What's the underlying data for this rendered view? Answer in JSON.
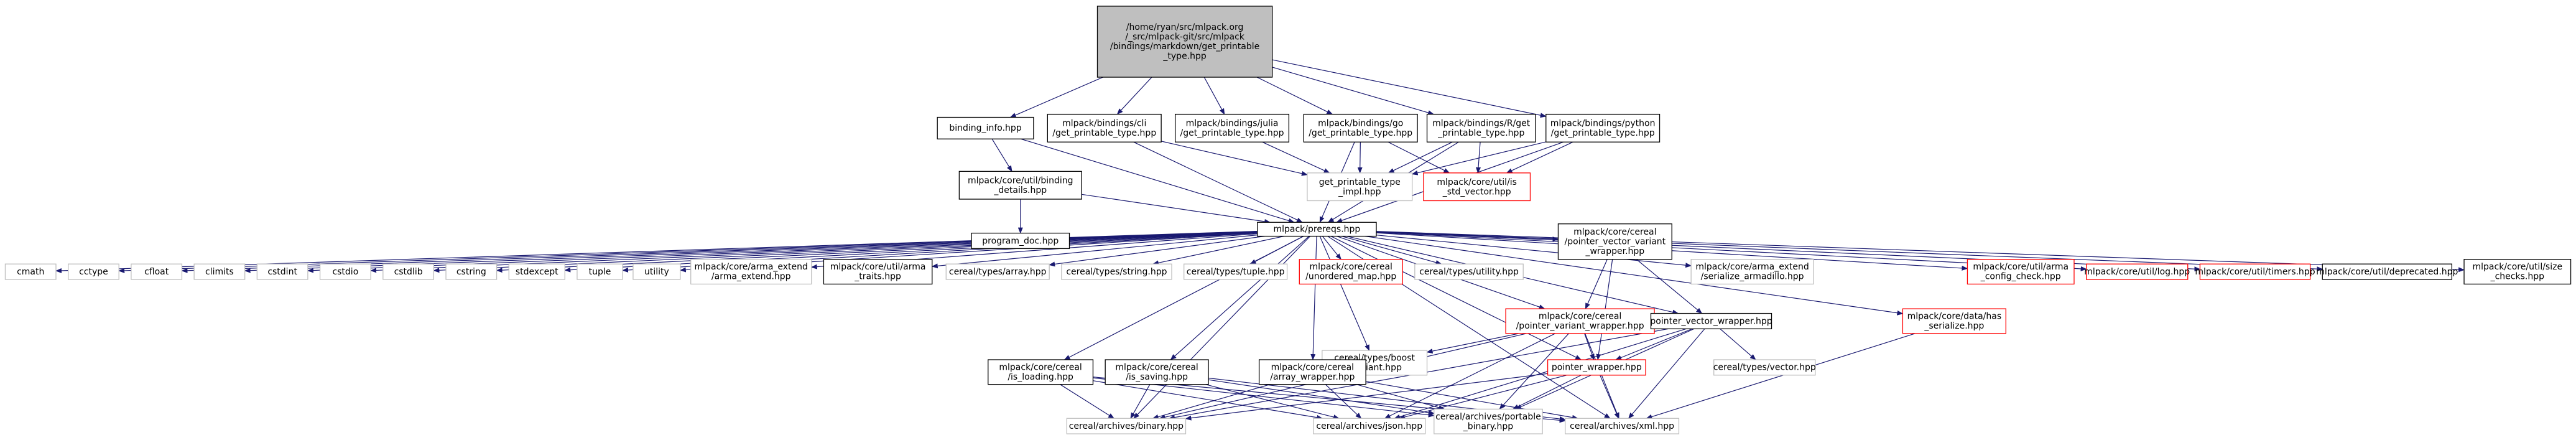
{
  "colors": {
    "edge": "#191970",
    "border_normal": "#000000",
    "border_incomplete": "#ff0000",
    "border_external": "#bfbfbf",
    "fill_normal": "#ffffff",
    "fill_root": "#bfbfbf"
  },
  "nodes": [
    {
      "id": "root",
      "lines": [
        "/home/ryan/src/mlpack.org",
        "/_src/mlpack-git/src/mlpack",
        "/bindings/markdown/get_printable",
        "_type.hpp"
      ],
      "style": "root"
    },
    {
      "id": "binding_info",
      "lines": [
        "binding_info.hpp"
      ],
      "style": "normal"
    },
    {
      "id": "cli_gpt",
      "lines": [
        "mlpack/bindings/cli",
        "/get_printable_type.hpp"
      ],
      "style": "normal"
    },
    {
      "id": "julia_gpt",
      "lines": [
        "mlpack/bindings/julia",
        "/get_printable_type.hpp"
      ],
      "style": "normal"
    },
    {
      "id": "go_gpt",
      "lines": [
        "mlpack/bindings/go",
        "/get_printable_type.hpp"
      ],
      "style": "normal"
    },
    {
      "id": "r_gpt",
      "lines": [
        "mlpack/bindings/R/get",
        "_printable_type.hpp"
      ],
      "style": "normal"
    },
    {
      "id": "python_gpt",
      "lines": [
        "mlpack/bindings/python",
        "/get_printable_type.hpp"
      ],
      "style": "normal"
    },
    {
      "id": "binding_details",
      "lines": [
        "mlpack/core/util/binding",
        "_details.hpp"
      ],
      "style": "normal"
    },
    {
      "id": "gpt_impl",
      "lines": [
        "get_printable_type",
        "_impl.hpp"
      ],
      "style": "external"
    },
    {
      "id": "is_std_vector",
      "lines": [
        "mlpack/core/util/is",
        "_std_vector.hpp"
      ],
      "style": "incomplete"
    },
    {
      "id": "program_doc",
      "lines": [
        "program_doc.hpp"
      ],
      "style": "normal"
    },
    {
      "id": "prereqs",
      "lines": [
        "mlpack/prereqs.hpp"
      ],
      "style": "normal"
    },
    {
      "id": "cmath",
      "lines": [
        "cmath"
      ],
      "style": "external"
    },
    {
      "id": "cctype",
      "lines": [
        "cctype"
      ],
      "style": "external"
    },
    {
      "id": "cfloat",
      "lines": [
        "cfloat"
      ],
      "style": "external"
    },
    {
      "id": "climits",
      "lines": [
        "climits"
      ],
      "style": "external"
    },
    {
      "id": "cstdint",
      "lines": [
        "cstdint"
      ],
      "style": "external"
    },
    {
      "id": "cstdio",
      "lines": [
        "cstdio"
      ],
      "style": "external"
    },
    {
      "id": "cstdlib",
      "lines": [
        "cstdlib"
      ],
      "style": "external"
    },
    {
      "id": "cstring",
      "lines": [
        "cstring"
      ],
      "style": "external"
    },
    {
      "id": "stdexcept",
      "lines": [
        "stdexcept"
      ],
      "style": "external"
    },
    {
      "id": "tuple",
      "lines": [
        "tuple"
      ],
      "style": "external"
    },
    {
      "id": "utility",
      "lines": [
        "utility"
      ],
      "style": "external"
    },
    {
      "id": "arma_extend",
      "lines": [
        "mlpack/core/arma_extend",
        "/arma_extend.hpp"
      ],
      "style": "external"
    },
    {
      "id": "arma_traits",
      "lines": [
        "mlpack/core/util/arma",
        "_traits.hpp"
      ],
      "style": "normal"
    },
    {
      "id": "ct_array",
      "lines": [
        "cereal/types/array.hpp"
      ],
      "style": "external"
    },
    {
      "id": "ct_string",
      "lines": [
        "cereal/types/string.hpp"
      ],
      "style": "external"
    },
    {
      "id": "ct_tuple",
      "lines": [
        "cereal/types/tuple.hpp"
      ],
      "style": "external"
    },
    {
      "id": "unordered_map",
      "lines": [
        "mlpack/core/cereal",
        "/unordered_map.hpp"
      ],
      "style": "incomplete"
    },
    {
      "id": "ct_utility",
      "lines": [
        "cereal/types/utility.hpp"
      ],
      "style": "external"
    },
    {
      "id": "pvvw",
      "lines": [
        "mlpack/core/cereal",
        "/pointer_vector_variant",
        "_wrapper.hpp"
      ],
      "style": "normal"
    },
    {
      "id": "ser_armadillo",
      "lines": [
        "mlpack/core/arma_extend",
        "/serialize_armadillo.hpp"
      ],
      "style": "external"
    },
    {
      "id": "arma_config",
      "lines": [
        "mlpack/core/util/arma",
        "_config_check.hpp"
      ],
      "style": "incomplete"
    },
    {
      "id": "log",
      "lines": [
        "mlpack/core/util/log.hpp"
      ],
      "style": "incomplete"
    },
    {
      "id": "timers",
      "lines": [
        "mlpack/core/util/timers.hpp"
      ],
      "style": "incomplete"
    },
    {
      "id": "deprecated",
      "lines": [
        "mlpack/core/util/deprecated.hpp"
      ],
      "style": "normal"
    },
    {
      "id": "size_checks",
      "lines": [
        "mlpack/core/util/size",
        "_checks.hpp"
      ],
      "style": "normal"
    },
    {
      "id": "pvw",
      "lines": [
        "mlpack/core/cereal",
        "/pointer_variant_wrapper.hpp"
      ],
      "style": "incomplete"
    },
    {
      "id": "pointer_vector_wrapper",
      "lines": [
        "pointer_vector_wrapper.hpp"
      ],
      "style": "normal"
    },
    {
      "id": "has_serialize",
      "lines": [
        "mlpack/core/data/has",
        "_serialize.hpp"
      ],
      "style": "incomplete"
    },
    {
      "id": "boost_variant",
      "lines": [
        "cereal/types/boost",
        "_variant.hpp"
      ],
      "style": "external"
    },
    {
      "id": "pointer_wrapper",
      "lines": [
        "pointer_wrapper.hpp"
      ],
      "style": "incomplete"
    },
    {
      "id": "ct_vector",
      "lines": [
        "cereal/types/vector.hpp"
      ],
      "style": "external"
    },
    {
      "id": "is_loading",
      "lines": [
        "mlpack/core/cereal",
        "/is_loading.hpp"
      ],
      "style": "normal"
    },
    {
      "id": "is_saving",
      "lines": [
        "mlpack/core/cereal",
        "/is_saving.hpp"
      ],
      "style": "normal"
    },
    {
      "id": "array_wrapper",
      "lines": [
        "mlpack/core/cereal",
        "/array_wrapper.hpp"
      ],
      "style": "normal"
    },
    {
      "id": "ca_binary",
      "lines": [
        "cereal/archives/binary.hpp"
      ],
      "style": "external"
    },
    {
      "id": "ca_json",
      "lines": [
        "cereal/archives/json.hpp"
      ],
      "style": "external"
    },
    {
      "id": "ca_portable",
      "lines": [
        "cereal/archives/portable",
        "_binary.hpp"
      ],
      "style": "external"
    },
    {
      "id": "ca_xml",
      "lines": [
        "cereal/archives/xml.hpp"
      ],
      "style": "external"
    }
  ],
  "edges": [
    [
      "root",
      "binding_info"
    ],
    [
      "root",
      "cli_gpt"
    ],
    [
      "root",
      "julia_gpt"
    ],
    [
      "root",
      "go_gpt"
    ],
    [
      "root",
      "r_gpt"
    ],
    [
      "root",
      "python_gpt"
    ],
    [
      "binding_info",
      "binding_details"
    ],
    [
      "binding_info",
      "prereqs"
    ],
    [
      "cli_gpt",
      "gpt_impl"
    ],
    [
      "cli_gpt",
      "prereqs"
    ],
    [
      "julia_gpt",
      "gpt_impl"
    ],
    [
      "go_gpt",
      "gpt_impl"
    ],
    [
      "go_gpt",
      "is_std_vector"
    ],
    [
      "go_gpt",
      "prereqs"
    ],
    [
      "r_gpt",
      "gpt_impl"
    ],
    [
      "r_gpt",
      "is_std_vector"
    ],
    [
      "r_gpt",
      "prereqs"
    ],
    [
      "python_gpt",
      "gpt_impl"
    ],
    [
      "python_gpt",
      "is_std_vector"
    ],
    [
      "python_gpt",
      "prereqs"
    ],
    [
      "binding_details",
      "program_doc"
    ],
    [
      "binding_details",
      "prereqs"
    ],
    [
      "prereqs",
      "cmath"
    ],
    [
      "prereqs",
      "cctype"
    ],
    [
      "prereqs",
      "cfloat"
    ],
    [
      "prereqs",
      "climits"
    ],
    [
      "prereqs",
      "cstdint"
    ],
    [
      "prereqs",
      "cstdio"
    ],
    [
      "prereqs",
      "cstdlib"
    ],
    [
      "prereqs",
      "cstring"
    ],
    [
      "prereqs",
      "stdexcept"
    ],
    [
      "prereqs",
      "tuple"
    ],
    [
      "prereqs",
      "utility"
    ],
    [
      "prereqs",
      "arma_extend"
    ],
    [
      "prereqs",
      "arma_traits"
    ],
    [
      "prereqs",
      "ct_array"
    ],
    [
      "prereqs",
      "ct_string"
    ],
    [
      "prereqs",
      "ct_tuple"
    ],
    [
      "prereqs",
      "unordered_map"
    ],
    [
      "prereqs",
      "ct_utility"
    ],
    [
      "prereqs",
      "pvvw"
    ],
    [
      "prereqs",
      "ser_armadillo"
    ],
    [
      "prereqs",
      "arma_config"
    ],
    [
      "prereqs",
      "log"
    ],
    [
      "prereqs",
      "timers"
    ],
    [
      "prereqs",
      "deprecated"
    ],
    [
      "prereqs",
      "size_checks"
    ],
    [
      "prereqs",
      "pvw"
    ],
    [
      "prereqs",
      "pointer_vector_wrapper"
    ],
    [
      "prereqs",
      "has_serialize"
    ],
    [
      "prereqs",
      "boost_variant"
    ],
    [
      "prereqs",
      "pointer_wrapper"
    ],
    [
      "prereqs",
      "is_loading"
    ],
    [
      "prereqs",
      "is_saving"
    ],
    [
      "prereqs",
      "array_wrapper"
    ],
    [
      "prereqs",
      "ca_binary"
    ],
    [
      "prereqs",
      "ca_xml"
    ],
    [
      "pvvw",
      "pvw"
    ],
    [
      "pvvw",
      "pointer_vector_wrapper"
    ],
    [
      "pvvw",
      "pointer_wrapper"
    ],
    [
      "pvw",
      "boost_variant"
    ],
    [
      "pvw",
      "pointer_wrapper"
    ],
    [
      "pvw",
      "ca_json"
    ],
    [
      "pvw",
      "ca_xml"
    ],
    [
      "pvw",
      "ca_portable"
    ],
    [
      "pvw",
      "ca_binary"
    ],
    [
      "pointer_vector_wrapper",
      "pointer_wrapper"
    ],
    [
      "pointer_vector_wrapper",
      "ct_vector"
    ],
    [
      "pointer_vector_wrapper",
      "ca_xml"
    ],
    [
      "pointer_vector_wrapper",
      "ca_json"
    ],
    [
      "pointer_vector_wrapper",
      "ca_portable"
    ],
    [
      "pointer_vector_wrapper",
      "ca_binary"
    ],
    [
      "pointer_wrapper",
      "ca_binary"
    ],
    [
      "pointer_wrapper",
      "ca_json"
    ],
    [
      "pointer_wrapper",
      "ca_portable"
    ],
    [
      "pointer_wrapper",
      "ca_xml"
    ],
    [
      "has_serialize",
      "ca_xml"
    ],
    [
      "is_loading",
      "ca_binary"
    ],
    [
      "is_loading",
      "ca_json"
    ],
    [
      "is_loading",
      "ca_portable"
    ],
    [
      "is_loading",
      "ca_xml"
    ],
    [
      "is_saving",
      "ca_binary"
    ],
    [
      "is_saving",
      "ca_json"
    ],
    [
      "is_saving",
      "ca_portable"
    ],
    [
      "is_saving",
      "ca_xml"
    ],
    [
      "array_wrapper",
      "ca_binary"
    ],
    [
      "array_wrapper",
      "ca_json"
    ],
    [
      "array_wrapper",
      "ca_portable"
    ],
    [
      "array_wrapper",
      "ca_xml"
    ]
  ]
}
